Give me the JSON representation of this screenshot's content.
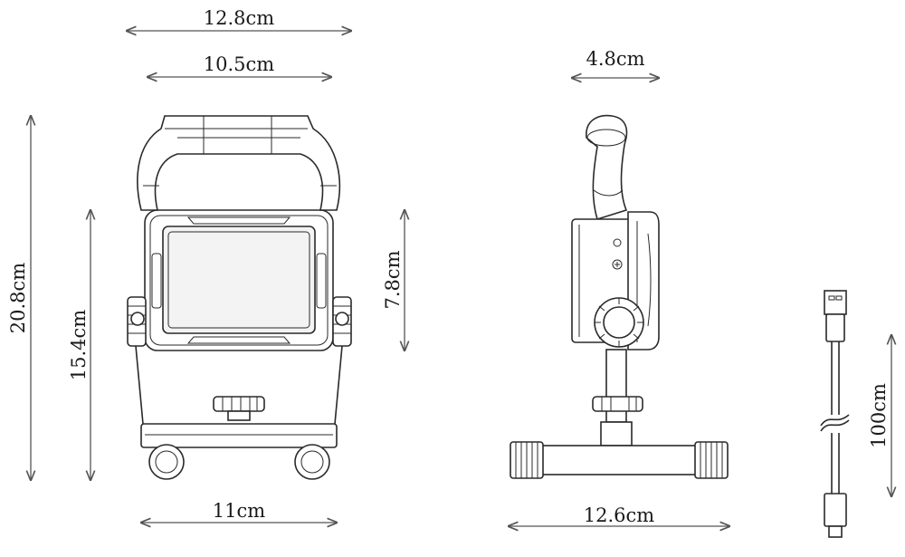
{
  "front_view": {
    "overall_width": "12.8cm",
    "lamp_width": "10.5cm",
    "overall_height": "20.8cm",
    "stand_height": "15.4cm",
    "lamp_height": "7.8cm",
    "base_width": "11cm"
  },
  "side_view": {
    "depth": "4.8cm",
    "base_length": "12.6cm"
  },
  "cable": {
    "length": "100cm"
  }
}
